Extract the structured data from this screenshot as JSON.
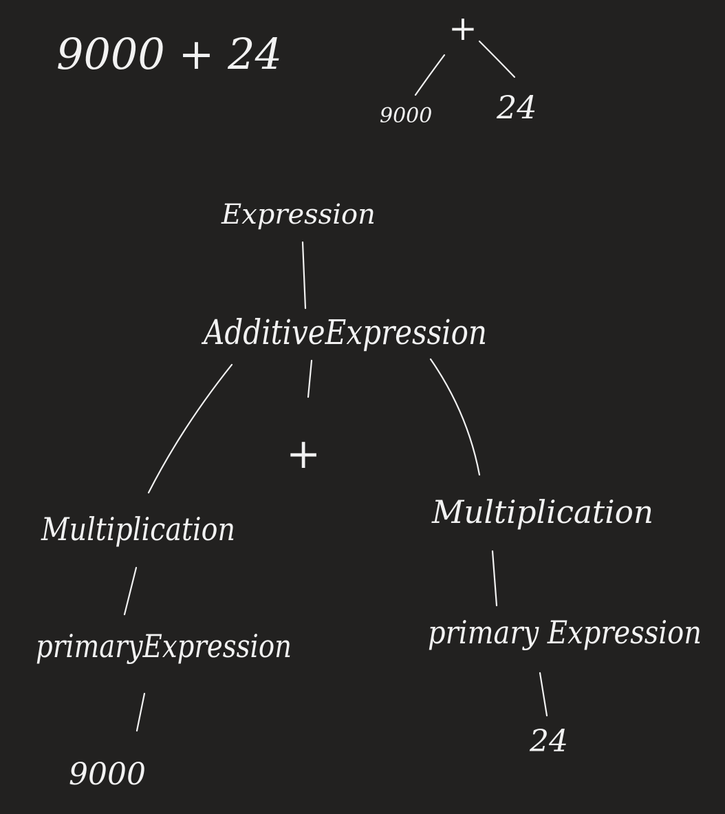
{
  "expression_text": "9000 + 24",
  "small_tree": {
    "operator": "+",
    "left": "9000",
    "right": "24"
  },
  "parse_tree": {
    "root": "Expression",
    "additive": "AdditiveExpression",
    "operator": "+",
    "left_multiplication": "Multiplication",
    "left_primary": "primaryExpression",
    "left_value": "9000",
    "right_multiplication": "Multiplication",
    "right_primary": "primary Expression",
    "right_value": "24"
  },
  "colors": {
    "background": "#222120",
    "ink": "#f2f2f2"
  }
}
